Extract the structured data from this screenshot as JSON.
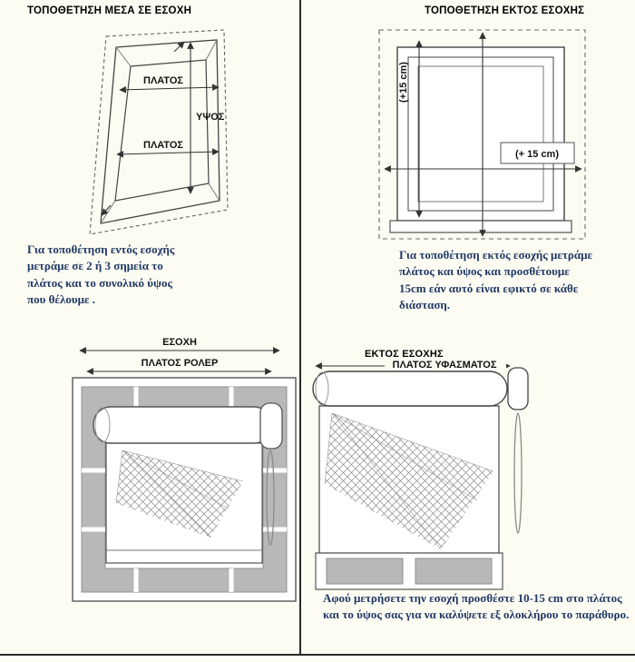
{
  "colors": {
    "background": "#fdfcf3",
    "title": "#000000",
    "caption": "#1f3864",
    "divider": "#2b2b2b",
    "frame_gray": "#b8b8b8"
  },
  "top_left": {
    "title": "ΤΟΠΟΘΕΤΗΣΗ ΜΕΣΑ ΣΕ ΕΣΟΧΗ",
    "diagram": {
      "width_label_top": "ΠΛΑΤΟΣ",
      "height_label": "ΥΨΟΣ",
      "width_label_bottom": "ΠΛΑΤΟΣ"
    },
    "caption": "Για τοποθέτηση εντός εσοχής μετράμε σε 2 ή 3 σημεία το πλάτος και το συνολικό ύψος που θέλουμε ."
  },
  "top_right": {
    "title": "ΤΟΠΟΘΕΤΗΣΗ ΕΚΤΟΣ ΕΣΟΧΗΣ",
    "diagram": {
      "height_add_label": "(+15 cm)",
      "width_add_label": "(+ 15 cm)"
    },
    "caption": "Για τοποθέτηση εκτός εσοχής μετράμε πλάτος και ύψος και προσθέτουμε 15cm εάν αυτό είναι εφικτό σε κάθε διάσταση."
  },
  "bottom_left": {
    "diagram": {
      "recess_label": "ΕΣΟΧΗ",
      "roller_width_label": "ΠΛΑΤΟΣ ΡΟΛΕΡ"
    }
  },
  "bottom_right": {
    "title": "ΕΚΤΟΣ ΕΣΟΧΗΣ",
    "diagram": {
      "fabric_width_label": "ΠΛΑΤΟΣ ΥΦΑΣΜΑΤΟΣ"
    },
    "caption": "Αφού μετρήσετε την εσοχή προσθέστε 10-15 cm στο πλάτος και το ύψος σας για να καλύψετε εξ ολοκλήρου το παράθυρο."
  }
}
